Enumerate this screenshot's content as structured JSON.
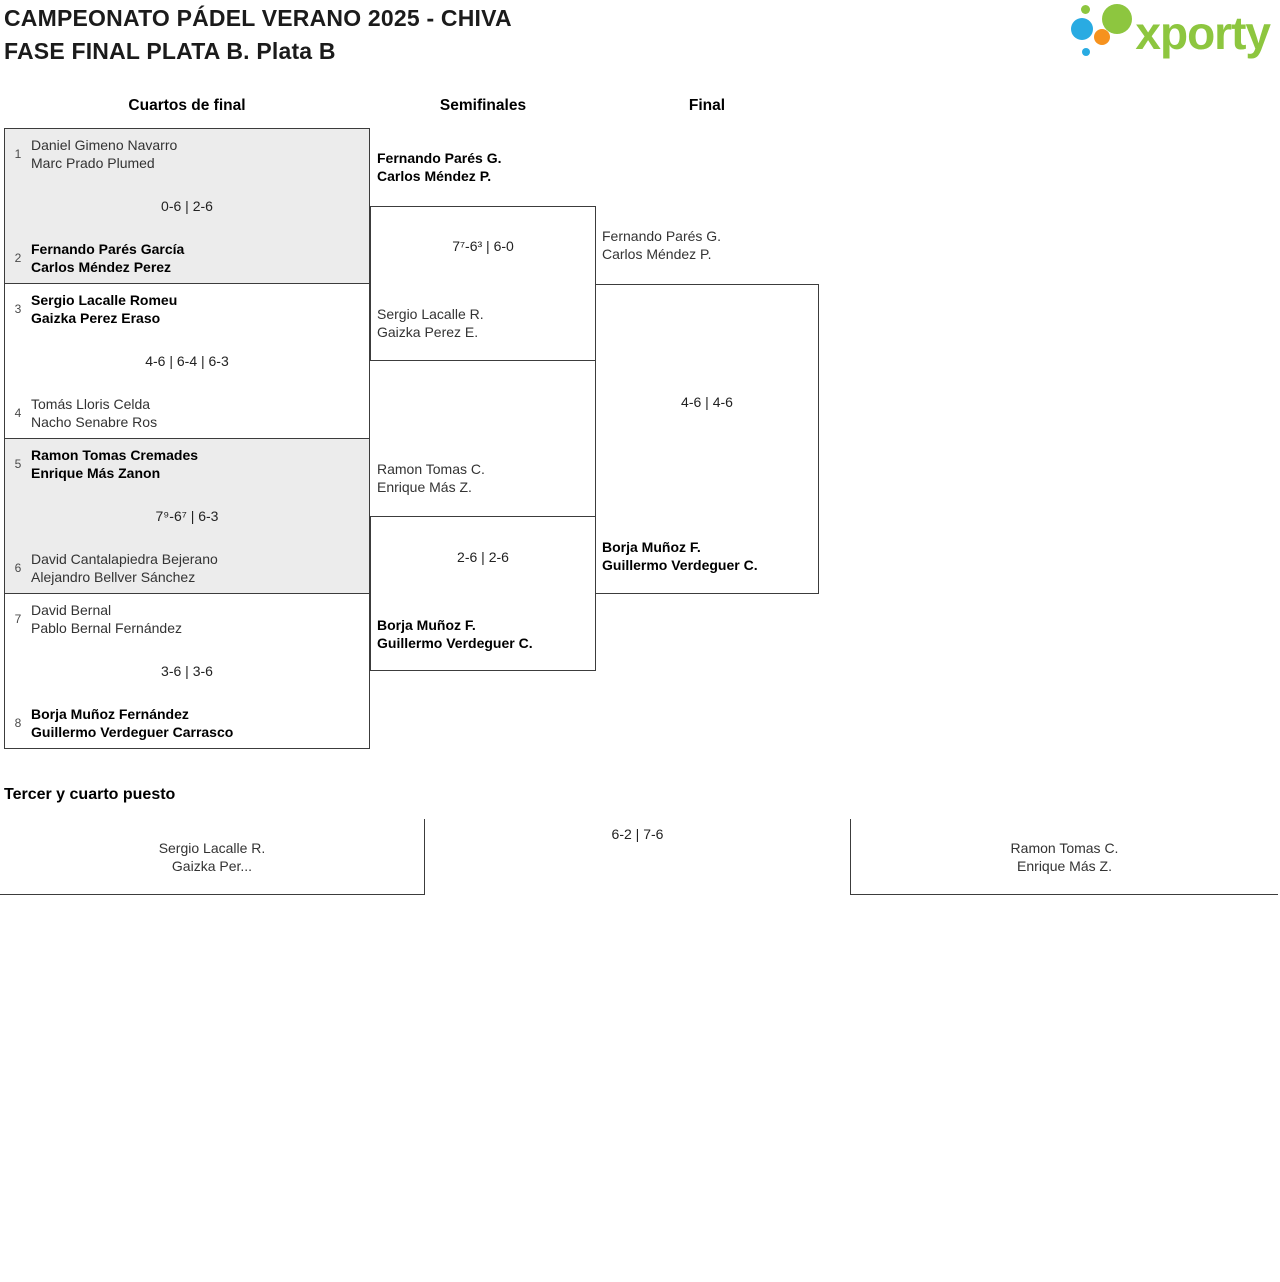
{
  "header": {
    "title_line1": "CAMPEONATO PÁDEL VERANO 2025 - CHIVA",
    "title_line2": "FASE FINAL PLATA B. Plata B",
    "logo_text": "xporty",
    "logo_colors": {
      "green": "#8DC63F",
      "blue": "#29ABE2",
      "orange": "#F6921E"
    }
  },
  "round_headers": {
    "quarterfinals": "Cuartos de final",
    "semifinals": "Semifinales",
    "final": "Final"
  },
  "quarterfinals": [
    {
      "seed_top": "1",
      "team_top": [
        "Daniel Gimeno Navarro",
        "Marc Prado Plumed"
      ],
      "score": "0-6 | 2-6",
      "seed_bottom": "2",
      "team_bottom": [
        "Fernando Parés García",
        "Carlos Méndez Perez"
      ],
      "winner": "bottom"
    },
    {
      "seed_top": "3",
      "team_top": [
        "Sergio Lacalle Romeu",
        "Gaizka Perez Eraso"
      ],
      "score": "4-6 | 6-4 | 6-3",
      "seed_bottom": "4",
      "team_bottom": [
        "Tomás Lloris Celda",
        "Nacho Senabre Ros"
      ],
      "winner": "top"
    },
    {
      "seed_top": "5",
      "team_top": [
        "Ramon Tomas Cremades",
        "Enrique Más Zanon"
      ],
      "score": "7⁹-6⁷ | 6-3",
      "seed_bottom": "6",
      "team_bottom": [
        "David Cantalapiedra Bejerano",
        "Alejandro Bellver Sánchez"
      ],
      "winner": "top"
    },
    {
      "seed_top": "7",
      "team_top": [
        "David Bernal",
        "Pablo Bernal Fernández"
      ],
      "score": "3-6 | 3-6",
      "seed_bottom": "8",
      "team_bottom": [
        "Borja Muñoz Fernández",
        "Guillermo Verdeguer Carrasco"
      ],
      "winner": "bottom"
    }
  ],
  "semifinals": [
    {
      "team_top": [
        "Fernando Parés G.",
        "Carlos Méndez P."
      ],
      "score": "7⁷-6³ | 6-0",
      "team_bottom": [
        "Sergio Lacalle R.",
        "Gaizka Perez E."
      ],
      "winner": "top"
    },
    {
      "team_top": [
        "Ramon Tomas C.",
        "Enrique Más Z."
      ],
      "score": "2-6 | 2-6",
      "team_bottom": [
        "Borja Muñoz F.",
        "Guillermo Verdeguer C."
      ],
      "winner": "bottom"
    }
  ],
  "final": {
    "team_top": [
      "Fernando Parés G.",
      "Carlos Méndez P."
    ],
    "score": "4-6 | 4-6",
    "team_bottom": [
      "Borja Muñoz F.",
      "Guillermo Verdeguer C."
    ],
    "winner": "bottom"
  },
  "third_place": {
    "heading": "Tercer y cuarto puesto",
    "team_left": [
      "Sergio Lacalle R.",
      "Gaizka Per..."
    ],
    "score": "6-2 | 7-6",
    "team_right": [
      "Ramon Tomas C.",
      "Enrique Más Z."
    ]
  }
}
